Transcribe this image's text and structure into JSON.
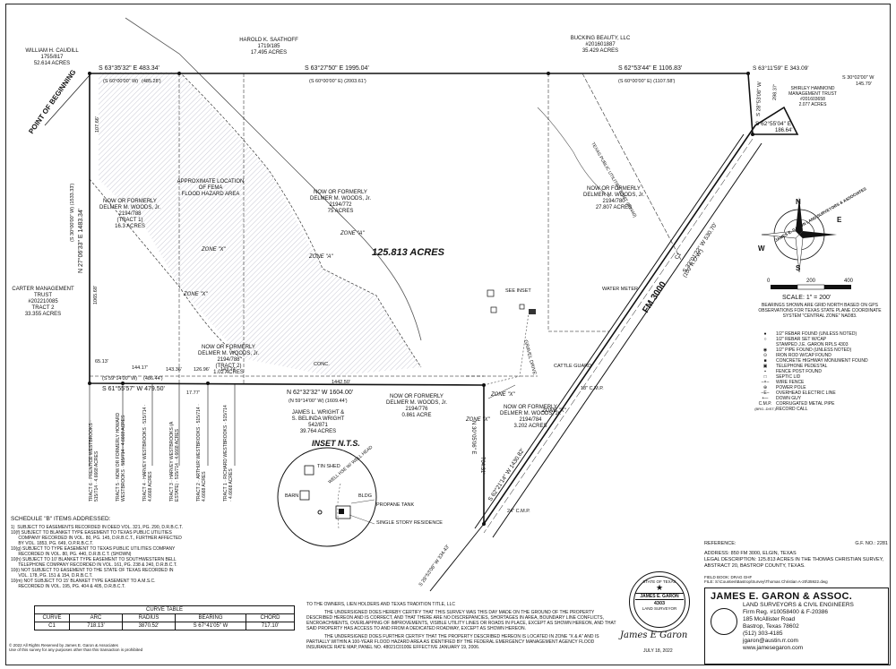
{
  "acreage": "125.813 ACRES",
  "neighbors": {
    "caudill": [
      "WILLIAM H. CAUDILL",
      "1755/817",
      "52.614 ACRES"
    ],
    "saathoff": [
      "HAROLD K. SAATHOFF",
      "1719/185",
      "17.495 ACRES"
    ],
    "bucking": [
      "BUCKING BEAUTY, LLC",
      "#201601887",
      "35.429 ACRES"
    ],
    "hammond": [
      "SHIRLEY HAMMOND",
      "MANAGEMENT TRUST",
      "#201603658",
      "2.077 ACRES"
    ],
    "carter": [
      "CARTER MANAGEMENT",
      "TRUST",
      "#202210085",
      "TRACT 2",
      "33.355 ACRES"
    ],
    "wright": [
      "JAMES L. WRIGHT &",
      "S. BELINDA WRIGHT",
      "542/871",
      "39.764 ACRES"
    ]
  },
  "tracts": {
    "t1": [
      "NOW OR FORMERLY",
      "DELMER M. WOODS, Jr.",
      "2194/788",
      "(TRACT 1)",
      "16.3 ACRES"
    ],
    "t2": [
      "NOW OR FORMERLY",
      "DELMER M. WOODS, Jr.",
      "2194/788",
      "(TRACT 2)",
      "1.02 ACRES"
    ],
    "t3": [
      "NOW OR FORMERLY",
      "DELMER M. WOODS, Jr.",
      "2194/772",
      "75 ACRES"
    ],
    "t4": [
      "NOW OR FORMERLY",
      "DELMER M. WOODS, Jr.",
      "2194/780",
      "27.807 ACRES"
    ],
    "t5": [
      "NOW OR FORMERLY",
      "DELMER M. WOODS, Jr.",
      "2194/776",
      "0.861 ACRE"
    ],
    "t6": [
      "NOW OR FORMERLY",
      "DELMER M. WOODS, Jr.",
      "2194/784",
      "3.202 ACRES"
    ]
  },
  "flood": [
    "APPROXIMATE LOCATION",
    "OF FEMA",
    "FLOOD HAZARD AREA"
  ],
  "zones": [
    "ZONE \"X\"",
    "ZONE \"A\"",
    "ZONE \"X\"",
    "ZONE \"A\"",
    "ZONE \"X\"",
    "ZONE \"X\"",
    "ZONE \"X\""
  ],
  "bearings": {
    "n_west": "S 63°35'32\" E   483.34'",
    "n_west_rec": "(S 60°00'00\" W)",
    "n_west_rec2": "(485.28')",
    "n_mid": "S 63°27'50\" E   1995.04'",
    "n_mid_rec": "(S 60°00'00\" E)  (2003.61')",
    "n_east": "S 62°53'44\" E   1106.83'",
    "n_east_rec": "(S 60°00'00\" E)  (1107.58')",
    "ne_a": "S 63°11'59\" E   343.09'",
    "ne_b": "S 30°02'00\" W",
    "ne_b2": "145.79'",
    "ne_c": "S 28°53'06\" W",
    "ne_c2": "298.37'",
    "ne_d": "S 62°55'04\" E",
    "ne_d2": "186.64'",
    "fm_upper": "S 33°01'22\" W   530.70'",
    "fm_lower": "S 62°21'14\" W   1430.82'",
    "west": "N 27°06'33\" E   1483.34'",
    "west_rec": "(S 30°00'00\" W)  (1533.33')",
    "south": "N 62°32'32\" W   1604.00'",
    "south_rec": "(N 59°14'00\" W)  (1609.44')",
    "south_w": "S 61°55'57\" W   479.50'",
    "south_w_rec": "(S 59°14'00\" W)",
    "spur": "N 30°05'06\" E",
    "spur2": "704.31'",
    "sw_tail": "S 28°53'08\" W   334.43'",
    "dim_1": "1442.50'",
    "dim_2": "144.17'",
    "dim_3": "143.36'",
    "dim_4": "126.96'",
    "dim_5": "143.74'",
    "dim_6": "65.13'",
    "dim_7": "1065.68'",
    "dim_8": "107.66'",
    "dim_9": "(486.44')",
    "dim_10": "17.77'"
  },
  "labels": {
    "pob": "POINT OF BEGINNING",
    "fm": "FM 3000",
    "fm_row": "(100' R.O.W.)",
    "curve": "C1",
    "see_inset": "SEE INSET",
    "gravel": "GRAVEL DRIVE",
    "water": "WATER METER",
    "cattle": "CATTLE GUARD",
    "cmp1": "18\" C.M.P.",
    "cmp2": "24\" C.M.P.",
    "conc": "CONC.",
    "tu": "TEXAS PUBLIC UTILITIES ESMT (80/440)"
  },
  "south_tracts": [
    [
      "TRACT 6",
      "PRENTICE WESTBROOKS",
      "515/714",
      "4.6668 ACRES"
    ],
    [
      "TRACT 5",
      "NOW OR FORMERLY",
      "HOWARD WESTBROOKS",
      "515/714",
      "4.6668 ACRES"
    ],
    [
      "TRACT 4",
      "HARVEY WESTBROOKS",
      "515/714",
      "4.6668 ACRES"
    ],
    [
      "TRACT 3",
      "HARVEY WESTBROOKS",
      "(A ESTATE)",
      "515/714",
      "4.6668 ACRES"
    ],
    [
      "TRACT 2",
      "ARTHUR WESTBROOKS",
      "515/714",
      "4.6668 ACRES"
    ],
    [
      "TRACT 1",
      "RICHARD WESTBROOKS",
      "515/714",
      "4.6668 ACRES"
    ]
  ],
  "inset": {
    "title": "INSET N.T.S.",
    "tin": "TIN SHED",
    "barn": "BARN",
    "well": "WELL HSE W/ WELL HEAD",
    "bldg": "BLDG",
    "propane": "PROPANE TANK",
    "residence": "SINGLE STORY RESIDENCE"
  },
  "scale": {
    "ticks": [
      "0",
      "200",
      "400"
    ],
    "label": "SCALE: 1\" = 200'",
    "basis": "BEARINGS SHOWN ARE GRID NORTH BASED ON GPS OBSERVATIONS FOR TEXAS STATE PLANE COORDINATE SYSTEM \"CENTRAL ZONE\" NAD83."
  },
  "compass": {
    "ring": "JAMES E. GARON LAND SURVEYORS & ASSOCIATES",
    "n": "N",
    "s": "S",
    "e": "E",
    "w": "W"
  },
  "legend": [
    "1/2\" REBAR FOUND (UNLESS NOTED)",
    "1/2\" REBAR SET W/CAP",
    "STAMPED J.E. GARON RPLS 4303",
    "1/2\" PIPE FOUND (UNLESS NOTED)",
    "IRON ROD W/CAP FOUND",
    "CONCRETE HIGHWAY MONUMENT FOUND",
    "TELEPHONE PEDESTAL",
    "FENCE POST FOUND",
    "SEPTIC LID",
    "WIRE FENCE",
    "POWER POLE",
    "OVERHEAD ELECTRIC LINE",
    "DOWN GUY",
    "CORRUGATED METAL PIPE",
    "RECORD CALL"
  ],
  "legend_abbr": [
    "C.M.P.",
    "(BRG.-DIST.)"
  ],
  "schedule": {
    "title": "SCHEDULE \"B\" ITEMS ADDRESSED:",
    "items": [
      "1)  SUBJECT TO EASEMENTS RECORDED IN DEED VOL. 321, PG. 290, D.R.B.C.T.",
      "10(f) SUBJECT TO BLANKET TYPE EASEMENT TO TEXAS PUBLIC UTILITIES",
      "      COMPANY RECORDED IN VOL. 80, PG. 145, D.R.B.C.T., FURTHER AFFECTED",
      "      BY VOL. 1853, PG. 649, O.P.R.B.C.T.",
      "10(g) SUBJECT TO TYPE EASEMENT TO TEXAS PUBLIC UTILITIES COMPANY",
      "      RECORDED IN VOL. 80, PG. 440, D.R.B.C.T. (SHOWN)",
      "10(h) SUBJECT TO 10' BLANKET TYPE EASEMENT TO SOUTHWESTERN BELL",
      "      TELEPHONE COMPANY RECORDED IN VOL. 161, PG. 238 & 240, D.R.B.C.T.",
      "10(i) NOT SUBJECT TO EASEMENT TO THE STATE OF TEXAS RECORDED IN",
      "      VOL. 178, PG. 151 & 154, D.R.B.C.T.",
      "10(m) NOT SUBJECT TO 15' BLANKET TYPE EASEMENT TO A.M.S.C.",
      "      RECORDED IN VOL. 195, PG. 404 & 405, D.R.B.C.T."
    ]
  },
  "curve_table": {
    "title": "CURVE TABLE",
    "headers": [
      "CURVE",
      "ARC",
      "RADIUS",
      "BEARING",
      "CHORD"
    ],
    "rows": [
      [
        "C1",
        "718.13'",
        "3870.52'",
        "S 67°41'05\" W",
        "717.10'"
      ]
    ]
  },
  "copyright": [
    "© 2022 All Rights Reserved by James E. Garon & Associates",
    "Use of this survey for any purposes other than this transaction is prohibited"
  ],
  "certification": {
    "addressee": "TO THE OWNERS, LIEN HOLDERS AND TEXAS TRADITION TITLE, LLC",
    "p1": "THE UNDERSIGNED DOES HEREBY CERTIFY THAT THIS SURVEY WAS THIS DAY MADE ON THE GROUND OF THE PROPERTY DESCRIBED HEREON AND IS CORRECT, AND THAT THERE ARE NO DISCREPANCIES, SHORTAGES IN AREA, BOUNDARY LINE CONFLICTS, ENCROACHMENTS, OVERLAPPING OF IMPROVEMENTS, VISIBLE UTILITY LINES OR ROADS IN PLACE, EXCEPT AS SHOWN HEREON, AND THAT SAID PROPERTY HAS ACCESS TO AND FROM A DEDICATED ROADWAY, EXCEPT AS SHOWN HEREON.",
    "p2": "THE UNDERSIGNED DOES FURTHER CERTIFY THAT THE PROPERTY DESCRIBED HEREON IS LOCATED IN ZONE \"X & A\" AND IS PARTIALLY WITHIN A 100-YEAR FLOOD HAZARD AREA AS IDENTIFIED BY THE FEDERAL EMERGENCY MANAGEMENT AGENCY FLOOD INSURANCE RATE MAP, PANEL NO. 48021C0100E EFFECTIVE JANUARY 19, 2006."
  },
  "reference": {
    "label": "REFERENCE:",
    "gf": "G.F. NO.: 2281",
    "address": "ADDRESS: 850 FM 3000, ELGIN, TEXAS",
    "legal": "LEGAL DESCRIPTION: 125.813 ACRES IN THE THOMAS CHRISTIAN SURVEY, ABSTRACT 20, BASTROP COUNTY, TEXAS.",
    "fieldbook": "FIELD BOOK: DRAG GHF",
    "file": "FILE: S:\\Counties\\Bastrop\\Survey\\Thomas Christian A-20\\35922.dwg"
  },
  "seal": {
    "state": "STATE OF TEXAS",
    "name": "JAMES E. GARON",
    "num": "4303",
    "role": "LAND SURVEYOR",
    "signature": "James E Garon",
    "date": "JULY 18, 2022"
  },
  "firm": {
    "name": "JAMES E. GARON & ASSOC.",
    "line1": "LAND SURVEYORS & CIVIL ENGINEERS",
    "line2": "Firm Reg. #10058400 & F-20386",
    "line3": "185 McAllister Road",
    "line4": "Bastrop, Texas 78602",
    "line5": "(512) 303-4185",
    "line6": "jgaron@austin.rr.com",
    "line7": "www.jamesegaron.com"
  },
  "colors": {
    "ink": "#111111",
    "hatch": "#e8e8ee"
  }
}
